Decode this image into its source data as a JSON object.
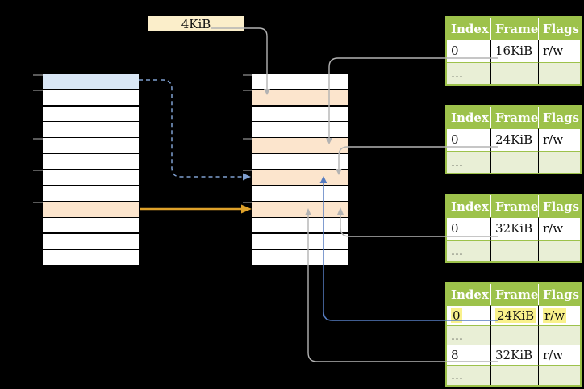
{
  "label_box": {
    "text": "4KiB"
  },
  "virtual_memory_column": {
    "rows": [
      "blue",
      "white",
      "white",
      "white",
      "white",
      "white",
      "white",
      "white",
      "peach",
      "white",
      "white",
      "white"
    ]
  },
  "physical_memory_column": {
    "rows": [
      "white",
      "peach",
      "white",
      "white",
      "peach",
      "white",
      "peach",
      "white",
      "peach",
      "white",
      "white",
      "white"
    ]
  },
  "tick_boundaries": [
    0,
    1,
    2,
    4,
    6,
    8
  ],
  "page_tables": [
    {
      "headers": [
        "Index",
        "Frame",
        "Flags"
      ],
      "rows": [
        {
          "cells": [
            "0",
            "16KiB",
            "r/w"
          ],
          "shaded": false,
          "highlight": false
        },
        {
          "cells": [
            "…",
            "",
            ""
          ],
          "shaded": true,
          "highlight": false
        }
      ]
    },
    {
      "headers": [
        "Index",
        "Frame",
        "Flags"
      ],
      "rows": [
        {
          "cells": [
            "0",
            "24KiB",
            "r/w"
          ],
          "shaded": false,
          "highlight": false
        },
        {
          "cells": [
            "…",
            "",
            ""
          ],
          "shaded": true,
          "highlight": false
        }
      ]
    },
    {
      "headers": [
        "Index",
        "Frame",
        "Flags"
      ],
      "rows": [
        {
          "cells": [
            "0",
            "32KiB",
            "r/w"
          ],
          "shaded": false,
          "highlight": false
        },
        {
          "cells": [
            "…",
            "",
            ""
          ],
          "shaded": true,
          "highlight": false
        }
      ]
    },
    {
      "headers": [
        "Index",
        "Frame",
        "Flags"
      ],
      "rows": [
        {
          "cells": [
            "0",
            "24KiB",
            "r/w"
          ],
          "shaded": false,
          "highlight": true
        },
        {
          "cells": [
            "…",
            "",
            ""
          ],
          "shaded": true,
          "highlight": false
        },
        {
          "cells": [
            "8",
            "32KiB",
            "r/w"
          ],
          "shaded": false,
          "highlight": false
        },
        {
          "cells": [
            "…",
            "",
            ""
          ],
          "shaded": true,
          "highlight": false
        }
      ]
    }
  ],
  "connectors": [
    {
      "from": "4KiB-label",
      "to": "physical-row-1",
      "style": "gray-solid"
    },
    {
      "from": "page-table-1-frame-16KiB",
      "to": "physical-row-4",
      "style": "gray-solid"
    },
    {
      "from": "page-table-2-frame-24KiB",
      "to": "physical-row-6",
      "style": "gray-solid"
    },
    {
      "from": "page-table-3-frame-32KiB",
      "to": "physical-row-8",
      "style": "gray-solid"
    },
    {
      "from": "virtual-row-0",
      "to": "physical-row-6",
      "style": "blue-dashed"
    },
    {
      "from": "virtual-row-8",
      "to": "physical-row-8",
      "style": "orange-solid"
    },
    {
      "from": "page-table-4-frame-24KiB",
      "to": "physical-row-6",
      "style": "blue-solid"
    },
    {
      "from": "page-table-4-frame-32KiB",
      "to": "physical-row-8",
      "style": "gray-solid"
    }
  ],
  "colors": {
    "background": "#000000",
    "virtual_selected_row": "#d9e7f6",
    "highlight_row": "#fce5cd",
    "label_box_bg": "#fbeeca",
    "table_header_bg": "#9dc24b",
    "table_alt_row_bg": "#e9efd6",
    "value_highlight": "#f9f18b",
    "arrow_gray": "#b3b3b3",
    "arrow_orange": "#dfa22a",
    "arrow_blue": "#567cc0",
    "arrow_blue_dashed": "#7f9fd0"
  }
}
